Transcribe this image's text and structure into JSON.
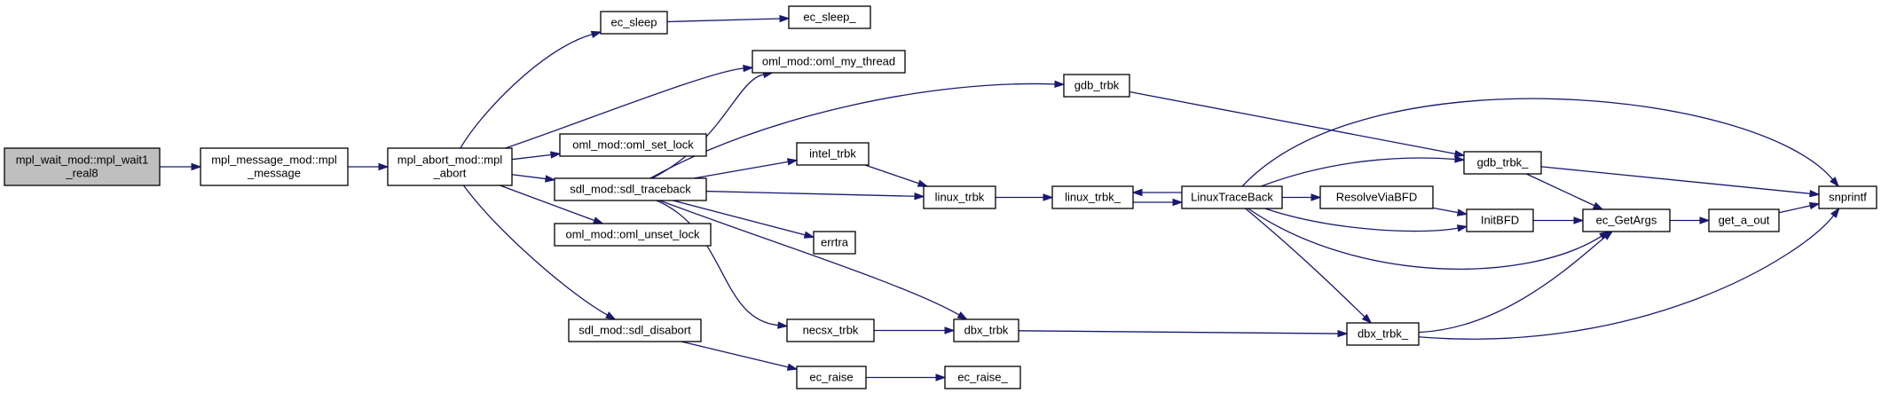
{
  "colors": {
    "edge": "#191970",
    "node_border": "#000000",
    "root_fill": "#bfbfbf",
    "node_fill": "#ffffff",
    "background": "#ffffff"
  },
  "nodes": [
    {
      "id": "wait1",
      "lines": [
        "mpl_wait_mod::mpl_wait1",
        "_real8"
      ],
      "root": true
    },
    {
      "id": "message",
      "lines": [
        "mpl_message_mod::mpl",
        "_message"
      ]
    },
    {
      "id": "abort",
      "lines": [
        "mpl_abort_mod::mpl",
        "_abort"
      ]
    },
    {
      "id": "ec_sleep",
      "lines": [
        "ec_sleep"
      ]
    },
    {
      "id": "ec_sleep_",
      "lines": [
        "ec_sleep_"
      ]
    },
    {
      "id": "oml_my_thread",
      "lines": [
        "oml_mod::oml_my_thread"
      ]
    },
    {
      "id": "oml_set_lock",
      "lines": [
        "oml_mod::oml_set_lock"
      ]
    },
    {
      "id": "sdl_traceback",
      "lines": [
        "sdl_mod::sdl_traceback"
      ]
    },
    {
      "id": "oml_unset_lock",
      "lines": [
        "oml_mod::oml_unset_lock"
      ]
    },
    {
      "id": "sdl_disabort",
      "lines": [
        "sdl_mod::sdl_disabort"
      ]
    },
    {
      "id": "gdb_trbk",
      "lines": [
        "gdb_trbk"
      ]
    },
    {
      "id": "intel_trbk",
      "lines": [
        "intel_trbk"
      ]
    },
    {
      "id": "linux_trbk",
      "lines": [
        "linux_trbk"
      ]
    },
    {
      "id": "errtra",
      "lines": [
        "errtra"
      ]
    },
    {
      "id": "necsx_trbk",
      "lines": [
        "necsx_trbk"
      ]
    },
    {
      "id": "dbx_trbk",
      "lines": [
        "dbx_trbk"
      ]
    },
    {
      "id": "ec_raise",
      "lines": [
        "ec_raise"
      ]
    },
    {
      "id": "ec_raise_",
      "lines": [
        "ec_raise_"
      ]
    },
    {
      "id": "linux_trbk_",
      "lines": [
        "linux_trbk_"
      ]
    },
    {
      "id": "LinuxTraceBack",
      "lines": [
        "LinuxTraceBack"
      ]
    },
    {
      "id": "ResolveViaBFD",
      "lines": [
        "ResolveViaBFD"
      ]
    },
    {
      "id": "gdb_trbk_",
      "lines": [
        "gdb_trbk_"
      ]
    },
    {
      "id": "InitBFD",
      "lines": [
        "InitBFD"
      ]
    },
    {
      "id": "dbx_trbk_",
      "lines": [
        "dbx_trbk_"
      ]
    },
    {
      "id": "ec_GetArgs",
      "lines": [
        "ec_GetArgs"
      ]
    },
    {
      "id": "get_a_out",
      "lines": [
        "get_a_out"
      ]
    },
    {
      "id": "snprintf",
      "lines": [
        "snprintf"
      ]
    }
  ],
  "edges": [
    [
      "wait1",
      "message"
    ],
    [
      "message",
      "abort"
    ],
    [
      "abort",
      "ec_sleep"
    ],
    [
      "abort",
      "oml_my_thread"
    ],
    [
      "abort",
      "oml_set_lock"
    ],
    [
      "abort",
      "sdl_traceback"
    ],
    [
      "abort",
      "oml_unset_lock"
    ],
    [
      "abort",
      "sdl_disabort"
    ],
    [
      "ec_sleep",
      "ec_sleep_"
    ],
    [
      "sdl_traceback",
      "oml_my_thread"
    ],
    [
      "sdl_traceback",
      "gdb_trbk"
    ],
    [
      "sdl_traceback",
      "intel_trbk"
    ],
    [
      "sdl_traceback",
      "linux_trbk"
    ],
    [
      "sdl_traceback",
      "errtra"
    ],
    [
      "sdl_traceback",
      "necsx_trbk"
    ],
    [
      "sdl_traceback",
      "dbx_trbk"
    ],
    [
      "sdl_disabort",
      "ec_raise"
    ],
    [
      "ec_raise",
      "ec_raise_"
    ],
    [
      "intel_trbk",
      "linux_trbk"
    ],
    [
      "necsx_trbk",
      "dbx_trbk"
    ],
    [
      "linux_trbk",
      "linux_trbk_"
    ],
    [
      "linux_trbk_",
      "LinuxTraceBack"
    ],
    [
      "LinuxTraceBack",
      "linux_trbk_"
    ],
    [
      "LinuxTraceBack",
      "ResolveViaBFD"
    ],
    [
      "LinuxTraceBack",
      "gdb_trbk_"
    ],
    [
      "LinuxTraceBack",
      "InitBFD"
    ],
    [
      "LinuxTraceBack",
      "ec_GetArgs"
    ],
    [
      "LinuxTraceBack",
      "dbx_trbk_"
    ],
    [
      "LinuxTraceBack",
      "snprintf"
    ],
    [
      "gdb_trbk",
      "gdb_trbk_"
    ],
    [
      "dbx_trbk",
      "dbx_trbk_"
    ],
    [
      "ResolveViaBFD",
      "InitBFD"
    ],
    [
      "gdb_trbk_",
      "ec_GetArgs"
    ],
    [
      "gdb_trbk_",
      "snprintf"
    ],
    [
      "InitBFD",
      "ec_GetArgs"
    ],
    [
      "dbx_trbk_",
      "ec_GetArgs"
    ],
    [
      "dbx_trbk_",
      "snprintf"
    ],
    [
      "ec_GetArgs",
      "get_a_out"
    ],
    [
      "get_a_out",
      "snprintf"
    ]
  ]
}
